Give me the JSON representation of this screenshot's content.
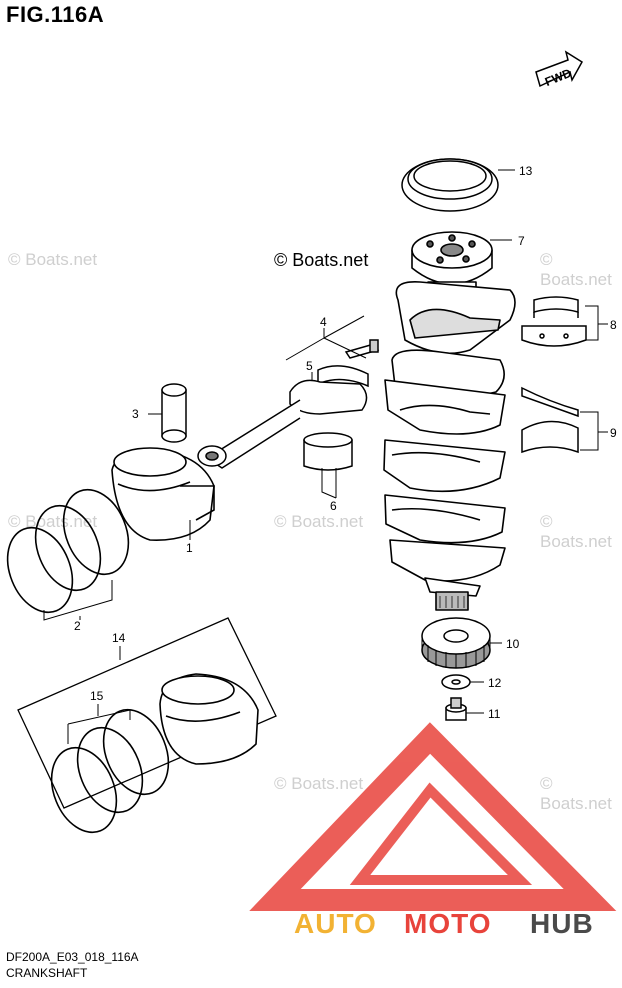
{
  "figure": {
    "title": "FIG.116A",
    "code": "DF200A_E03_018_116A",
    "name": "CRANKSHAFT"
  },
  "copyright": "© Boats.net",
  "watermark": "© Boats.net",
  "fwd_label": "FWD",
  "logo": {
    "part1": "AUTO",
    "part2": "MOTO",
    "part3": "HUB",
    "colors": {
      "auto": "#f2b233",
      "moto": "#e8433b",
      "hub": "#4a4a4a",
      "mark": "#e8433b"
    }
  },
  "callouts": [
    "1",
    "2",
    "3",
    "4",
    "5",
    "6",
    "7",
    "8",
    "9",
    "10",
    "11",
    "12",
    "13",
    "14",
    "15"
  ]
}
